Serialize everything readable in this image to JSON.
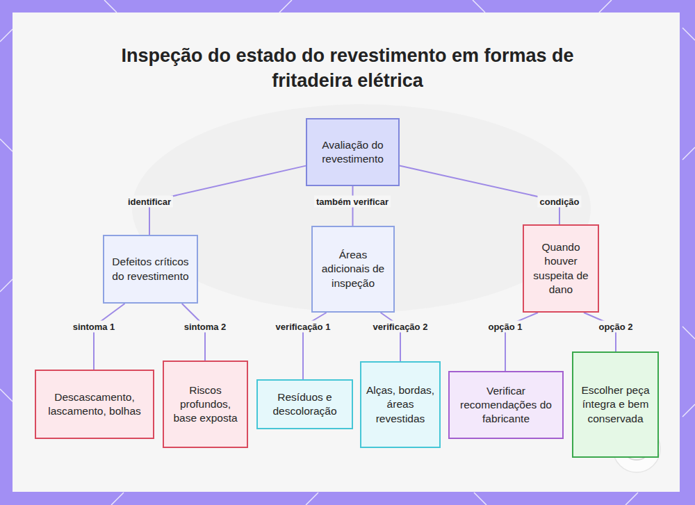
{
  "diagram": {
    "title": "Inspeção do estado do revestimento em formas de fritadeira elétrica",
    "nodes": [
      {
        "text": [
          "Avaliação do revestimento"
        ]
      },
      {
        "text": [
          "Defeitos críticos do revestimento"
        ]
      },
      {
        "text": [
          "Áreas adicionais de inspeção"
        ]
      },
      {
        "text": [
          "Quando houver suspeita de dano"
        ]
      },
      {
        "text": [
          "Descascamento, lascamento, bolhas"
        ]
      },
      {
        "text": [
          "Riscos profundos, base exposta"
        ]
      },
      {
        "text": [
          "Resíduos e descoloração"
        ]
      },
      {
        "text": [
          "Alças, bordas, áreas revestidas"
        ]
      },
      {
        "text": [
          "Verificar recomendações do fabricante"
        ]
      },
      {
        "text": [
          "Escolher peça íntegra e bem conservada"
        ]
      }
    ],
    "edges": [
      {
        "from": 0,
        "to": 1,
        "label": "identificar",
        "arrow": "none"
      },
      {
        "from": 0,
        "to": 2,
        "label": "também verificar",
        "arrow": "none"
      },
      {
        "from": 0,
        "to": 3,
        "label": "condição",
        "arrow": "none"
      },
      {
        "from": 1,
        "to": 4,
        "label": "sintoma 1",
        "arrow": "none"
      },
      {
        "from": 1,
        "to": 5,
        "label": "sintoma 2",
        "arrow": "none"
      },
      {
        "from": 2,
        "to": 6,
        "label": "verificação 1",
        "arrow": "none"
      },
      {
        "from": 2,
        "to": 7,
        "label": "verificação 2",
        "arrow": "none"
      },
      {
        "from": 3,
        "to": 8,
        "label": "opção 1",
        "arrow": "none"
      },
      {
        "from": 3,
        "to": 9,
        "label": "opção 2",
        "arrow": "none"
      }
    ]
  }
}
